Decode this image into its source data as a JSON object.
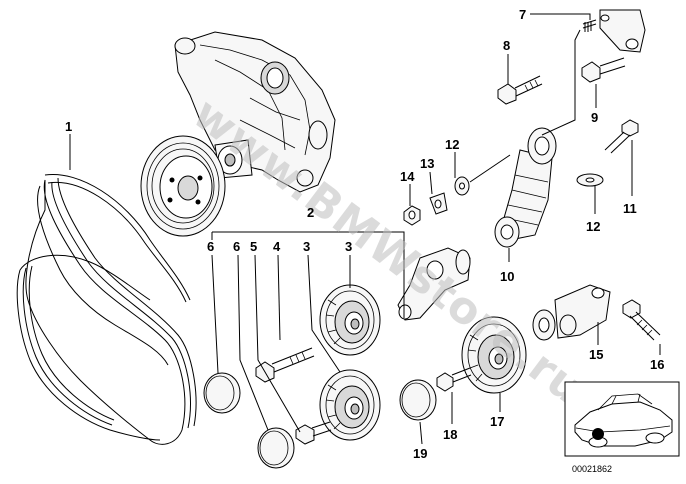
{
  "watermark": "www.BMWstore.ru",
  "drawing_number": "00021862",
  "labels": [
    {
      "id": "label-1",
      "text": "1"
    },
    {
      "id": "label-2",
      "text": "2"
    },
    {
      "id": "label-3a",
      "text": "3"
    },
    {
      "id": "label-3b",
      "text": "3"
    },
    {
      "id": "label-4",
      "text": "4"
    },
    {
      "id": "label-5",
      "text": "5"
    },
    {
      "id": "label-6a",
      "text": "6"
    },
    {
      "id": "label-6b",
      "text": "6"
    },
    {
      "id": "label-7",
      "text": "7"
    },
    {
      "id": "label-8",
      "text": "8"
    },
    {
      "id": "label-9",
      "text": "9"
    },
    {
      "id": "label-10",
      "text": "10"
    },
    {
      "id": "label-11",
      "text": "11"
    },
    {
      "id": "label-12a",
      "text": "12"
    },
    {
      "id": "label-12b",
      "text": "12"
    },
    {
      "id": "label-13",
      "text": "13"
    },
    {
      "id": "label-14",
      "text": "14"
    },
    {
      "id": "label-15",
      "text": "15"
    },
    {
      "id": "label-16",
      "text": "16"
    },
    {
      "id": "label-17",
      "text": "17"
    },
    {
      "id": "label-18",
      "text": "18"
    },
    {
      "id": "label-19",
      "text": "19"
    }
  ],
  "colors": {
    "line": "#000000",
    "background": "#ffffff",
    "watermark": "#bfbfbf"
  },
  "icons": {
    "car_inset": "car-location-icon"
  }
}
